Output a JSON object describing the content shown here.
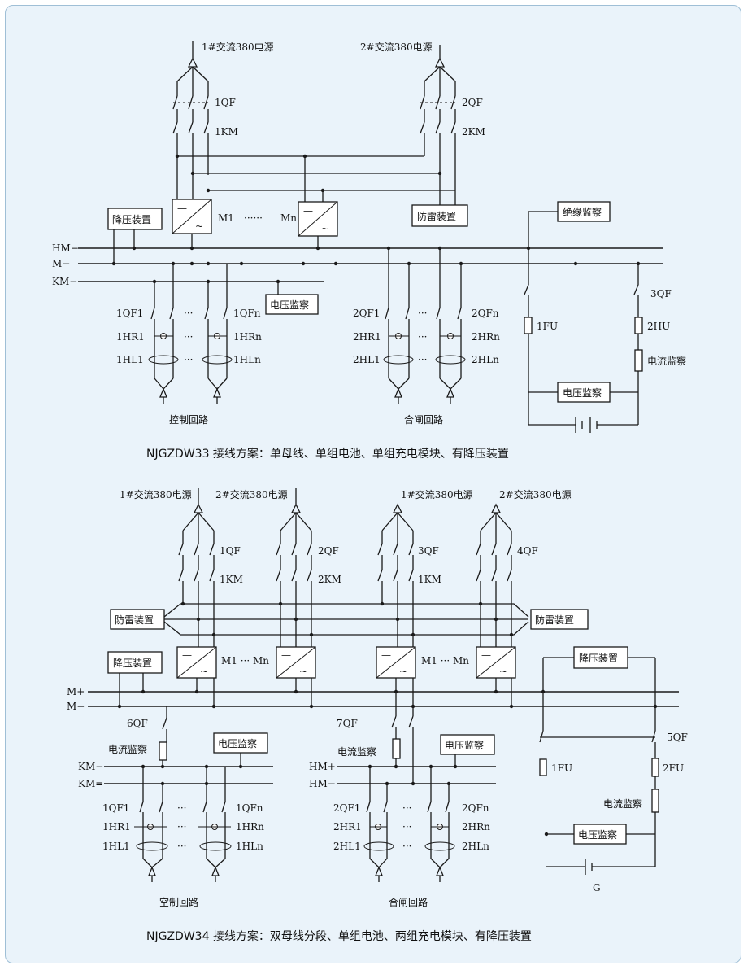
{
  "d1": {
    "src1": "1#交流380电源",
    "src2": "2#交流380电源",
    "qf1": "1QF",
    "km1": "1KM",
    "qf2": "2QF",
    "km2": "2KM",
    "m1": "M1",
    "ellipsis": "······",
    "mn": "Mn",
    "step_down": "降压装置",
    "lightning": "防雷装置",
    "insulation": "绝缘监察",
    "hm": "HM−",
    "m": "M−",
    "km": "KM−",
    "voltage_mon_small": "电压监察",
    "c_qf1": "1QF1",
    "c_qfn": "1QFn",
    "c_hr1": "1HR1",
    "c_hrn": "1HRn",
    "c_hl1": "1HL1",
    "c_hln": "1HLn",
    "s_qf1": "2QF1",
    "s_qfn": "2QFn",
    "s_hr1": "2HR1",
    "s_hrn": "2HRn",
    "s_hl1": "2HL1",
    "s_hln": "2HLn",
    "qf3": "3QF",
    "fu1": "1FU",
    "fu2": "2HU",
    "current_mon": "电流监察",
    "voltage_mon": "电压监察",
    "control_loop": "控制回路",
    "closing_loop": "合闸回路",
    "dots": "···",
    "caption": "NJGZDW33 接线方案：单母线、单组电池、单组充电模块、有降压装置"
  },
  "d2": {
    "src1a": "1#交流380电源",
    "src2a": "2#交流380电源",
    "src1b": "1#交流380电源",
    "src2b": "2#交流380电源",
    "qf1": "1QF",
    "km1": "1KM",
    "qf2": "2QF",
    "km2": "2KM",
    "qf3": "3QF",
    "km3": "1KM",
    "qf4": "4QF",
    "lightning_l": "防雷装置",
    "lightning_r": "防雷装置",
    "step_down_l": "降压装置",
    "step_down_r": "降压装置",
    "m1a": "M1 ··· Mn",
    "m1b": "M1 ··· Mn",
    "mplus": "M+",
    "mminus": "M−",
    "qf6": "6QF",
    "qf7": "7QF",
    "qf5": "5QF",
    "cur_mon_l": "电流监察",
    "cur_mon_m": "电流监察",
    "cur_mon_r": "电流监察",
    "volt_mon_l": "电压监察",
    "volt_mon_m": "电压监察",
    "volt_mon_r": "电压监察",
    "kmminus": "KM−",
    "kmminus2": "KM=",
    "hmplus": "HM+",
    "hmminus": "HM−",
    "c_qf1": "1QF1",
    "c_qfn": "1QFn",
    "c_hr1": "1HR1",
    "c_hrn": "1HRn",
    "c_hl1": "1HL1",
    "c_hln": "1HLn",
    "s_qf1": "2QF1",
    "s_qfn": "2QFn",
    "s_hr1": "2HR1",
    "s_hrn": "2HRn",
    "s_hl1": "2HL1",
    "s_hln": "2HLn",
    "fu1": "1FU",
    "fu2": "2FU",
    "g": "G",
    "control_loop": "空制回路",
    "closing_loop": "合闸回路",
    "dots": "···",
    "caption": "NJGZDW34 接线方案：双母线分段、单组电池、两组充电模块、有降压装置"
  }
}
